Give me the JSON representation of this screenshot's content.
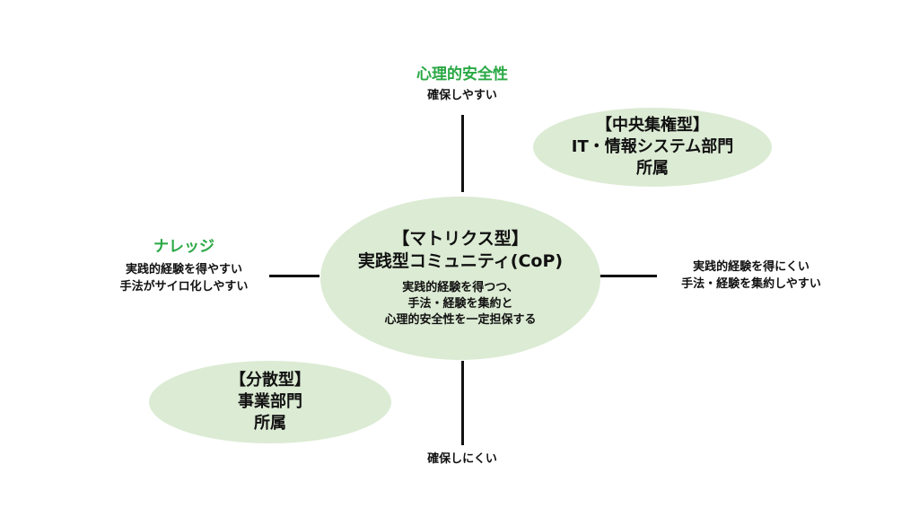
{
  "top": {
    "title": "心理的安全性",
    "subtitle": "確保しやすい"
  },
  "bottom": {
    "subtitle": "確保しにくい"
  },
  "left": {
    "title": "ナレッジ",
    "lines": [
      "実践的経験を得やすい",
      "手法がサイロ化しやすい"
    ]
  },
  "right": {
    "lines": [
      "実践的経験を得にくい",
      "手法・経験を集約しやすい"
    ]
  },
  "center": {
    "title_lines": [
      "【マトリクス型】",
      "実践型コミュニティ(CoP)"
    ],
    "desc_lines": [
      "実践的経験を得つつ、",
      "手法・経験を集約と",
      "心理的安全性を一定担保する"
    ]
  },
  "top_right": {
    "lines": [
      "【中央集権型】",
      "IT・情報システム部門",
      "所属"
    ]
  },
  "bottom_left": {
    "lines": [
      "【分散型】",
      "事業部門",
      "所属"
    ]
  },
  "colors": {
    "accent_green": "#2aa845",
    "oval_fill": "#dcebd4",
    "line": "#111111"
  }
}
